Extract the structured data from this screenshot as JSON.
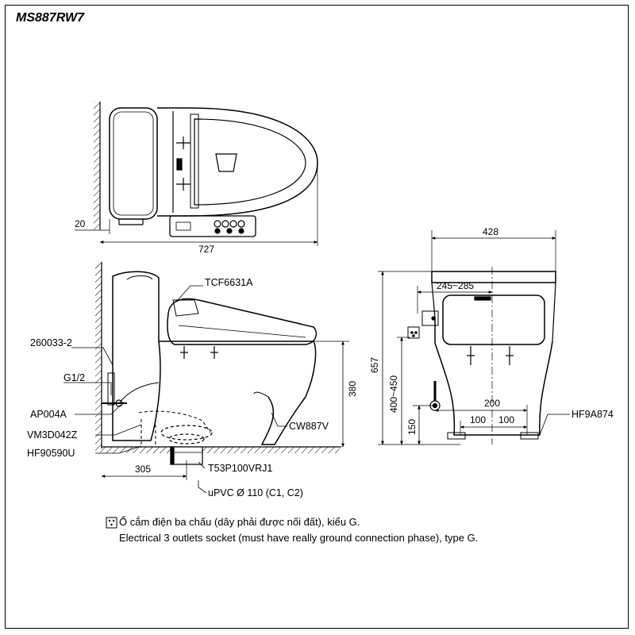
{
  "model": "MS887RW7",
  "top_view": {
    "dim_wall": "20",
    "dim_length": "727"
  },
  "side_view": {
    "seat_label": "TCF6631A",
    "bowl_label": "CW887V",
    "dim_height": "380",
    "dim_offset": "305",
    "parts": [
      "260033-2",
      "G1/2",
      "AP004A",
      "VM3D042Z",
      "HF90590U"
    ],
    "flange_label": "T53P100VRJ1",
    "pipe_label": "uPVC Ø 110 (C1, C2)"
  },
  "front_view": {
    "dim_width": "428",
    "dim_range": "245~285",
    "dim_total_height": "657",
    "dim_supply_range": "400~450",
    "dim_supply_low": "150",
    "dim_spacing": "200",
    "dim_half_left": "100",
    "dim_half_right": "100",
    "fixing_label": "HF9A874"
  },
  "notes": {
    "line_vi": "Ổ cắm điện ba chấu (dây phải được nối đất), kiểu G.",
    "line_en": "Electrical 3 outlets socket (must have really ground connection phase), type G."
  }
}
